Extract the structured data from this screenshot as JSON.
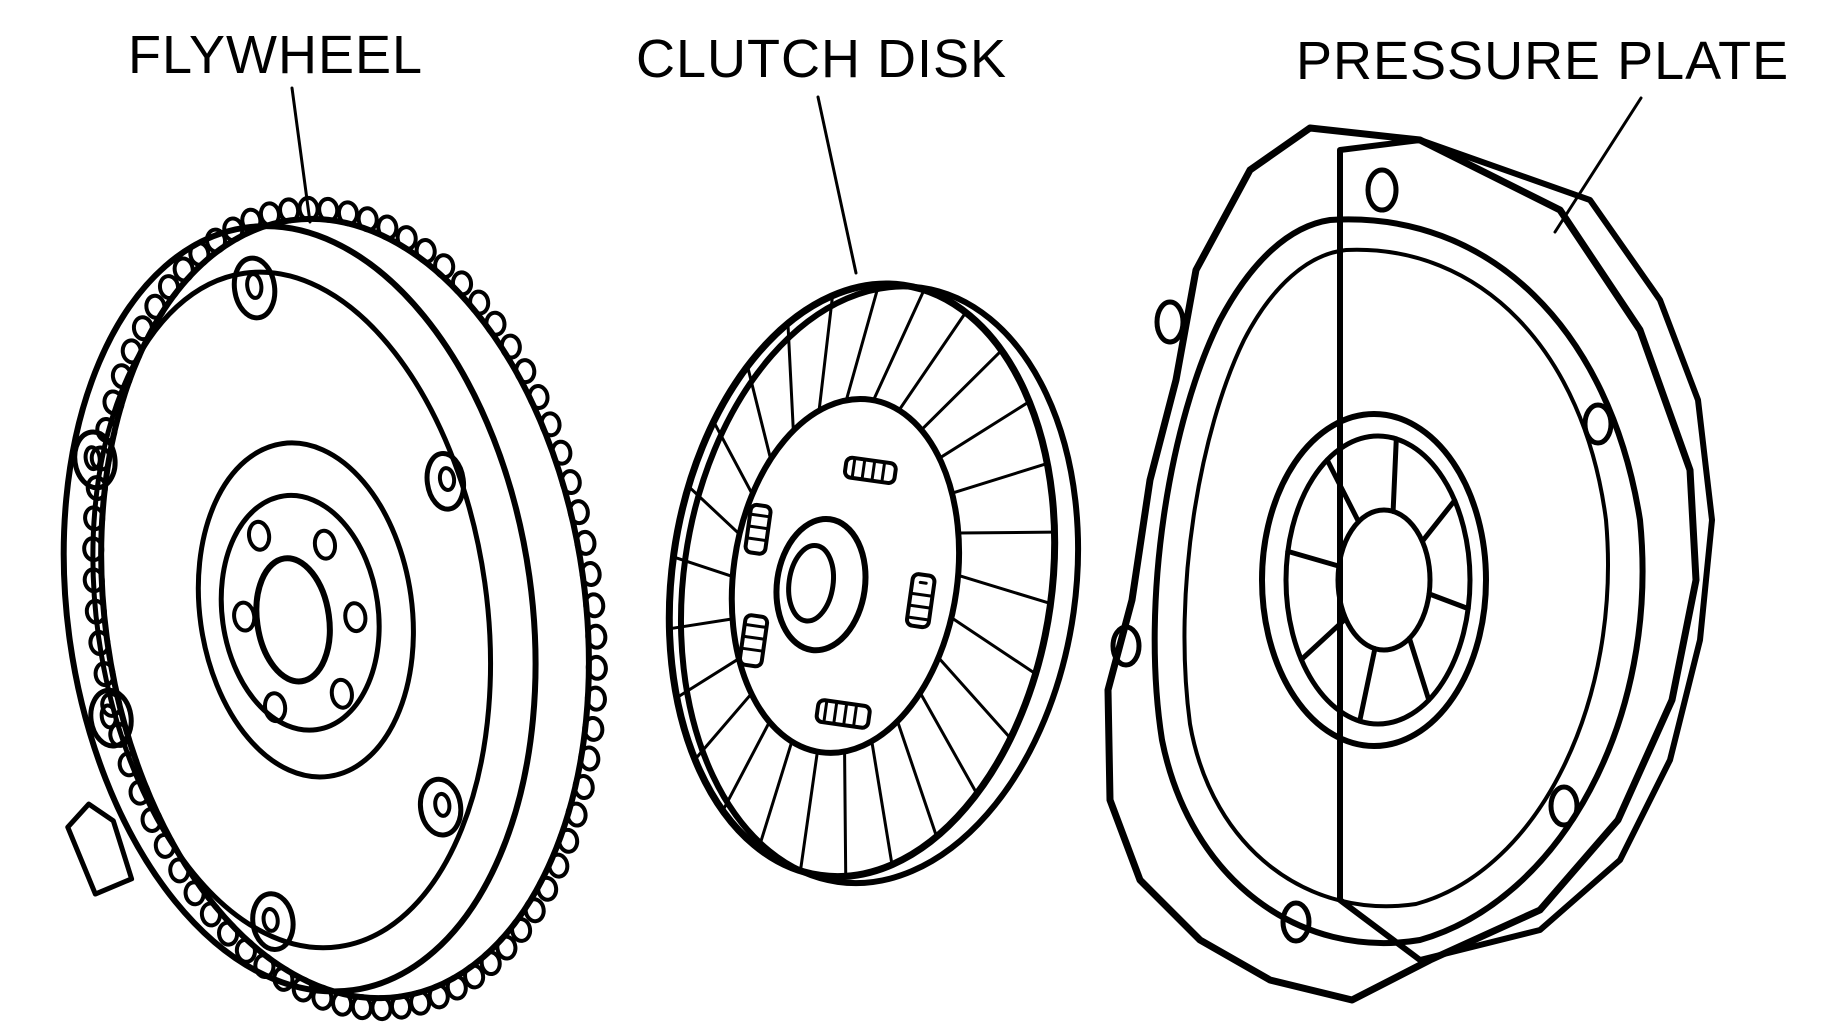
{
  "labels": {
    "flywheel": "FLYWHEEL",
    "clutch_disk": "CLUTCH DISK",
    "pressure_plate": "PRESSURE PLATE"
  },
  "colors": {
    "ink": "#000000",
    "paper": "#ffffff"
  }
}
